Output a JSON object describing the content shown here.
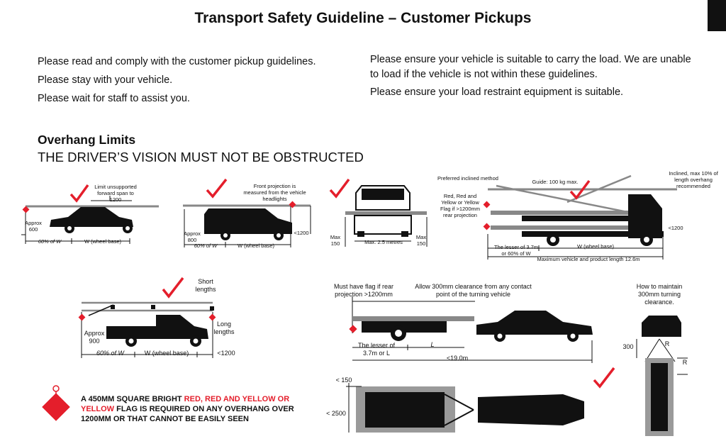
{
  "header": {
    "title": "Transport Safety Guideline – Customer Pickups"
  },
  "intro": {
    "left": [
      "Please read and comply with the customer pickup guidelines.",
      "Please stay with your vehicle.",
      "Please wait for staff to assist you."
    ],
    "right": [
      "Please ensure your vehicle is suitable to carry the load. We are unable to load if the vehicle is not within these guidelines.",
      "Please ensure your load restraint equipment is suitable."
    ]
  },
  "section": {
    "title": "Overhang Limits",
    "subtitle": "THE DRIVER’S VISION MUST NOT BE OBSTRUCTED"
  },
  "diagrams": {
    "sedan": {
      "limit_label": "Limit unsupported forward span to 1200",
      "approx": "Approx 600",
      "pct": "60% of W",
      "wheelbase": "W (wheel base)"
    },
    "van": {
      "front_label": "Front projection is measured from the vehicle headlights",
      "approx": "Approx 800",
      "pct": "60% of W",
      "wheelbase": "W (wheel base)",
      "limit": "<1200"
    },
    "ute_rear": {
      "max_left": "Max 150",
      "width": "Max. 2.5 metres",
      "max_right": "Max 150"
    },
    "truck": {
      "preferred": "Preferred inclined method",
      "guide": "Guide: 100 kg max.",
      "inclined": "Inclined, max 10% of length overhang recommended",
      "flag_label": "Red, Red and Yellow or Yellow Flag if >1200mm rear projection",
      "limit": "<1200",
      "lesser": "The lesser of 3.7m or 60% of W",
      "wheelbase": "W (wheel base)",
      "max_length": "Maximum vehicle and product length 12.6m"
    },
    "pickup": {
      "short": "Short lengths",
      "long": "Long lengths",
      "approx": "Approx 900",
      "pct": "60% of W",
      "wheelbase": "W (wheel base)",
      "limit": "<1200"
    },
    "trailer": {
      "flag_note": "Must have flag if rear projection >1200mm",
      "clearance": "Allow 300mm clearance from any contact point of the turning vehicle",
      "lesser": "The lesser of 3.7m or L",
      "length": "L",
      "total": "<19.0m",
      "top_150": "< 150",
      "width_2500": "< 2500"
    },
    "turning": {
      "title": "How to maintain 300mm turning clearance.",
      "dim_300": "300",
      "r1": "R",
      "r2": "R"
    }
  },
  "flag_notice": {
    "part1": "A 450MM SQUARE BRIGHT ",
    "highlight": "RED, RED AND YELLOW OR YELLOW",
    "part2": " FLAG IS REQUIRED ON ANY OVERHANG OVER 1200MM OR THAT CANNOT BE EASILY SEEN"
  },
  "colors": {
    "accent_red": "#e41e2b",
    "ink": "#111111",
    "load_grey": "#9a9a9a"
  }
}
